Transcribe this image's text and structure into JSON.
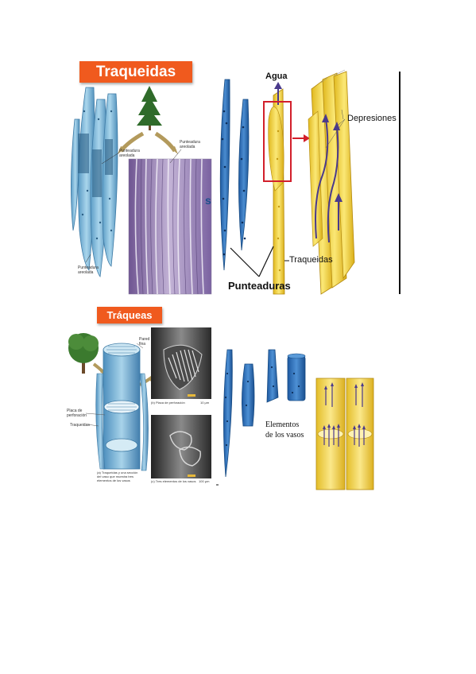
{
  "top_panel": {
    "banner": "Traqueidas",
    "left_labels": {
      "pit_left": "Punteadura\nareolada",
      "pit_right": "Punteadura\nareolada",
      "pit_bottom": "Punteadura\nareolada"
    },
    "side_letter": "s",
    "labels": {
      "water": "Agua",
      "depressions": "Depresiones",
      "tracheids": "Traqueidas",
      "pits": "Punteaduras"
    }
  },
  "bottom_panel": {
    "banner": "Tráqueas",
    "tiny_labels": {
      "top_right": "Pared\nfina",
      "perforation_plate": "Placa de\nperforación",
      "tracheid": "Traqueidas",
      "caption_a": "(a) Traqueidas y una sección\ndel vaso que muestra tres\nelementos de los vasos",
      "caption_b": "(b) Placa de perforación",
      "caption_c": "(c) Tres elementos de los vasos",
      "scale_b": "10 μm",
      "scale_c": "100 μm"
    },
    "vessel_label": "Elementos\nde los vasos"
  },
  "colors": {
    "banner": "#f05a1e",
    "blue_cell": "#6aaed4",
    "dark_blue_cell": "#2f6fb3",
    "yellow_cell": "#f2d13a",
    "arrow_purple": "#4a3a8c",
    "highlight_red": "#d21f2b",
    "micrograph_purple": "#8a6fa8"
  }
}
